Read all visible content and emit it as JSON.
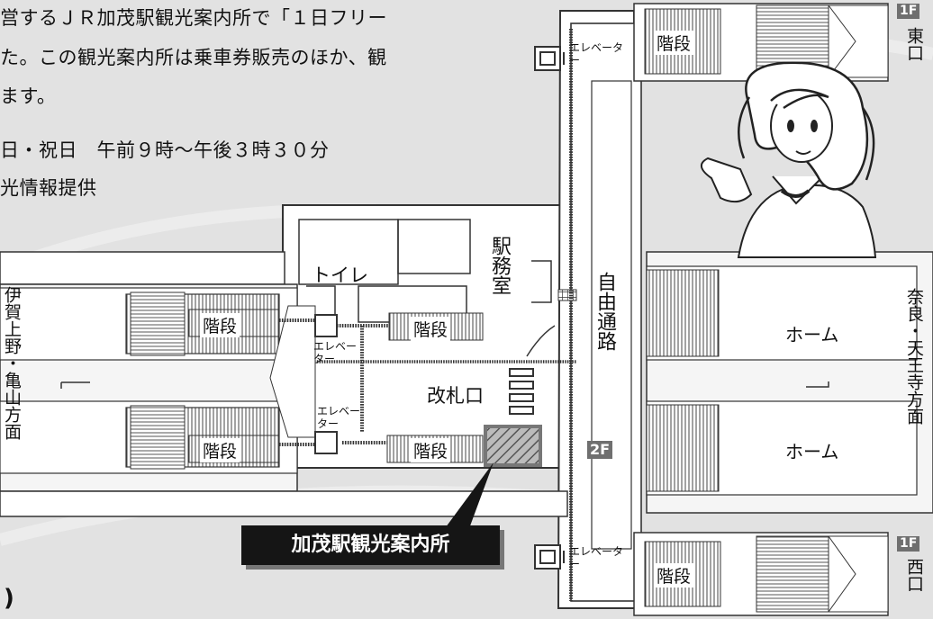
{
  "intro": {
    "line1": "営するＪＲ加茂駅観光案内所で「１日フリー",
    "line2": "た。この観光案内所は乗車券販売のほか、観",
    "line3": "ます。",
    "line4": "日・祝日　午前９時〜午後３時３０分",
    "line5": "光情報提供"
  },
  "bottom_fragment": ")",
  "map": {
    "toilet_label": "トイレ",
    "station_office_label": "駅務室",
    "free_passage_label": "自由通路",
    "ticket_gate_label": "改札口",
    "stairs_label": "階段",
    "elevator_label": "エレベーター",
    "platform_label": "ホーム",
    "left_direction": "伊賀上野・亀山方面",
    "right_direction": "奈良・天王寺方面",
    "east_exit": "東口",
    "west_exit": "西口",
    "floor_1f": "1F",
    "floor_2f": "2F",
    "callout_label": "加茂駅観光案内所",
    "colors": {
      "background": "#e2e2e2",
      "building": "#ffffff",
      "line": "#333333",
      "callout": "#151515",
      "badge": "#6f6f6f"
    }
  }
}
